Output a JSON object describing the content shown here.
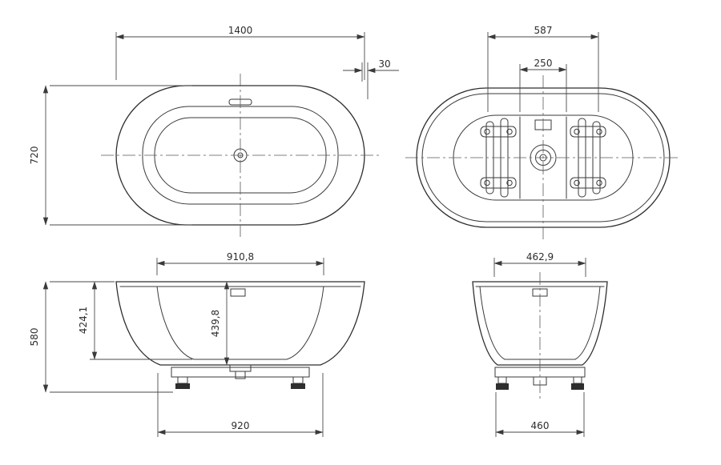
{
  "drawing": {
    "top_view": {
      "dims": {
        "overall_length": "1400",
        "rim_offset": "30",
        "overall_width": "720"
      }
    },
    "bottom_view": {
      "dims": {
        "frame_length": "587",
        "drain_span": "250"
      }
    },
    "front_view": {
      "dims": {
        "inner_length": "910,8",
        "inner_depth": "424,1",
        "shell_depth": "439,8",
        "overall_height": "580",
        "base_length": "920"
      }
    },
    "side_view": {
      "dims": {
        "top_width": "462,9",
        "base_width": "460"
      }
    }
  }
}
